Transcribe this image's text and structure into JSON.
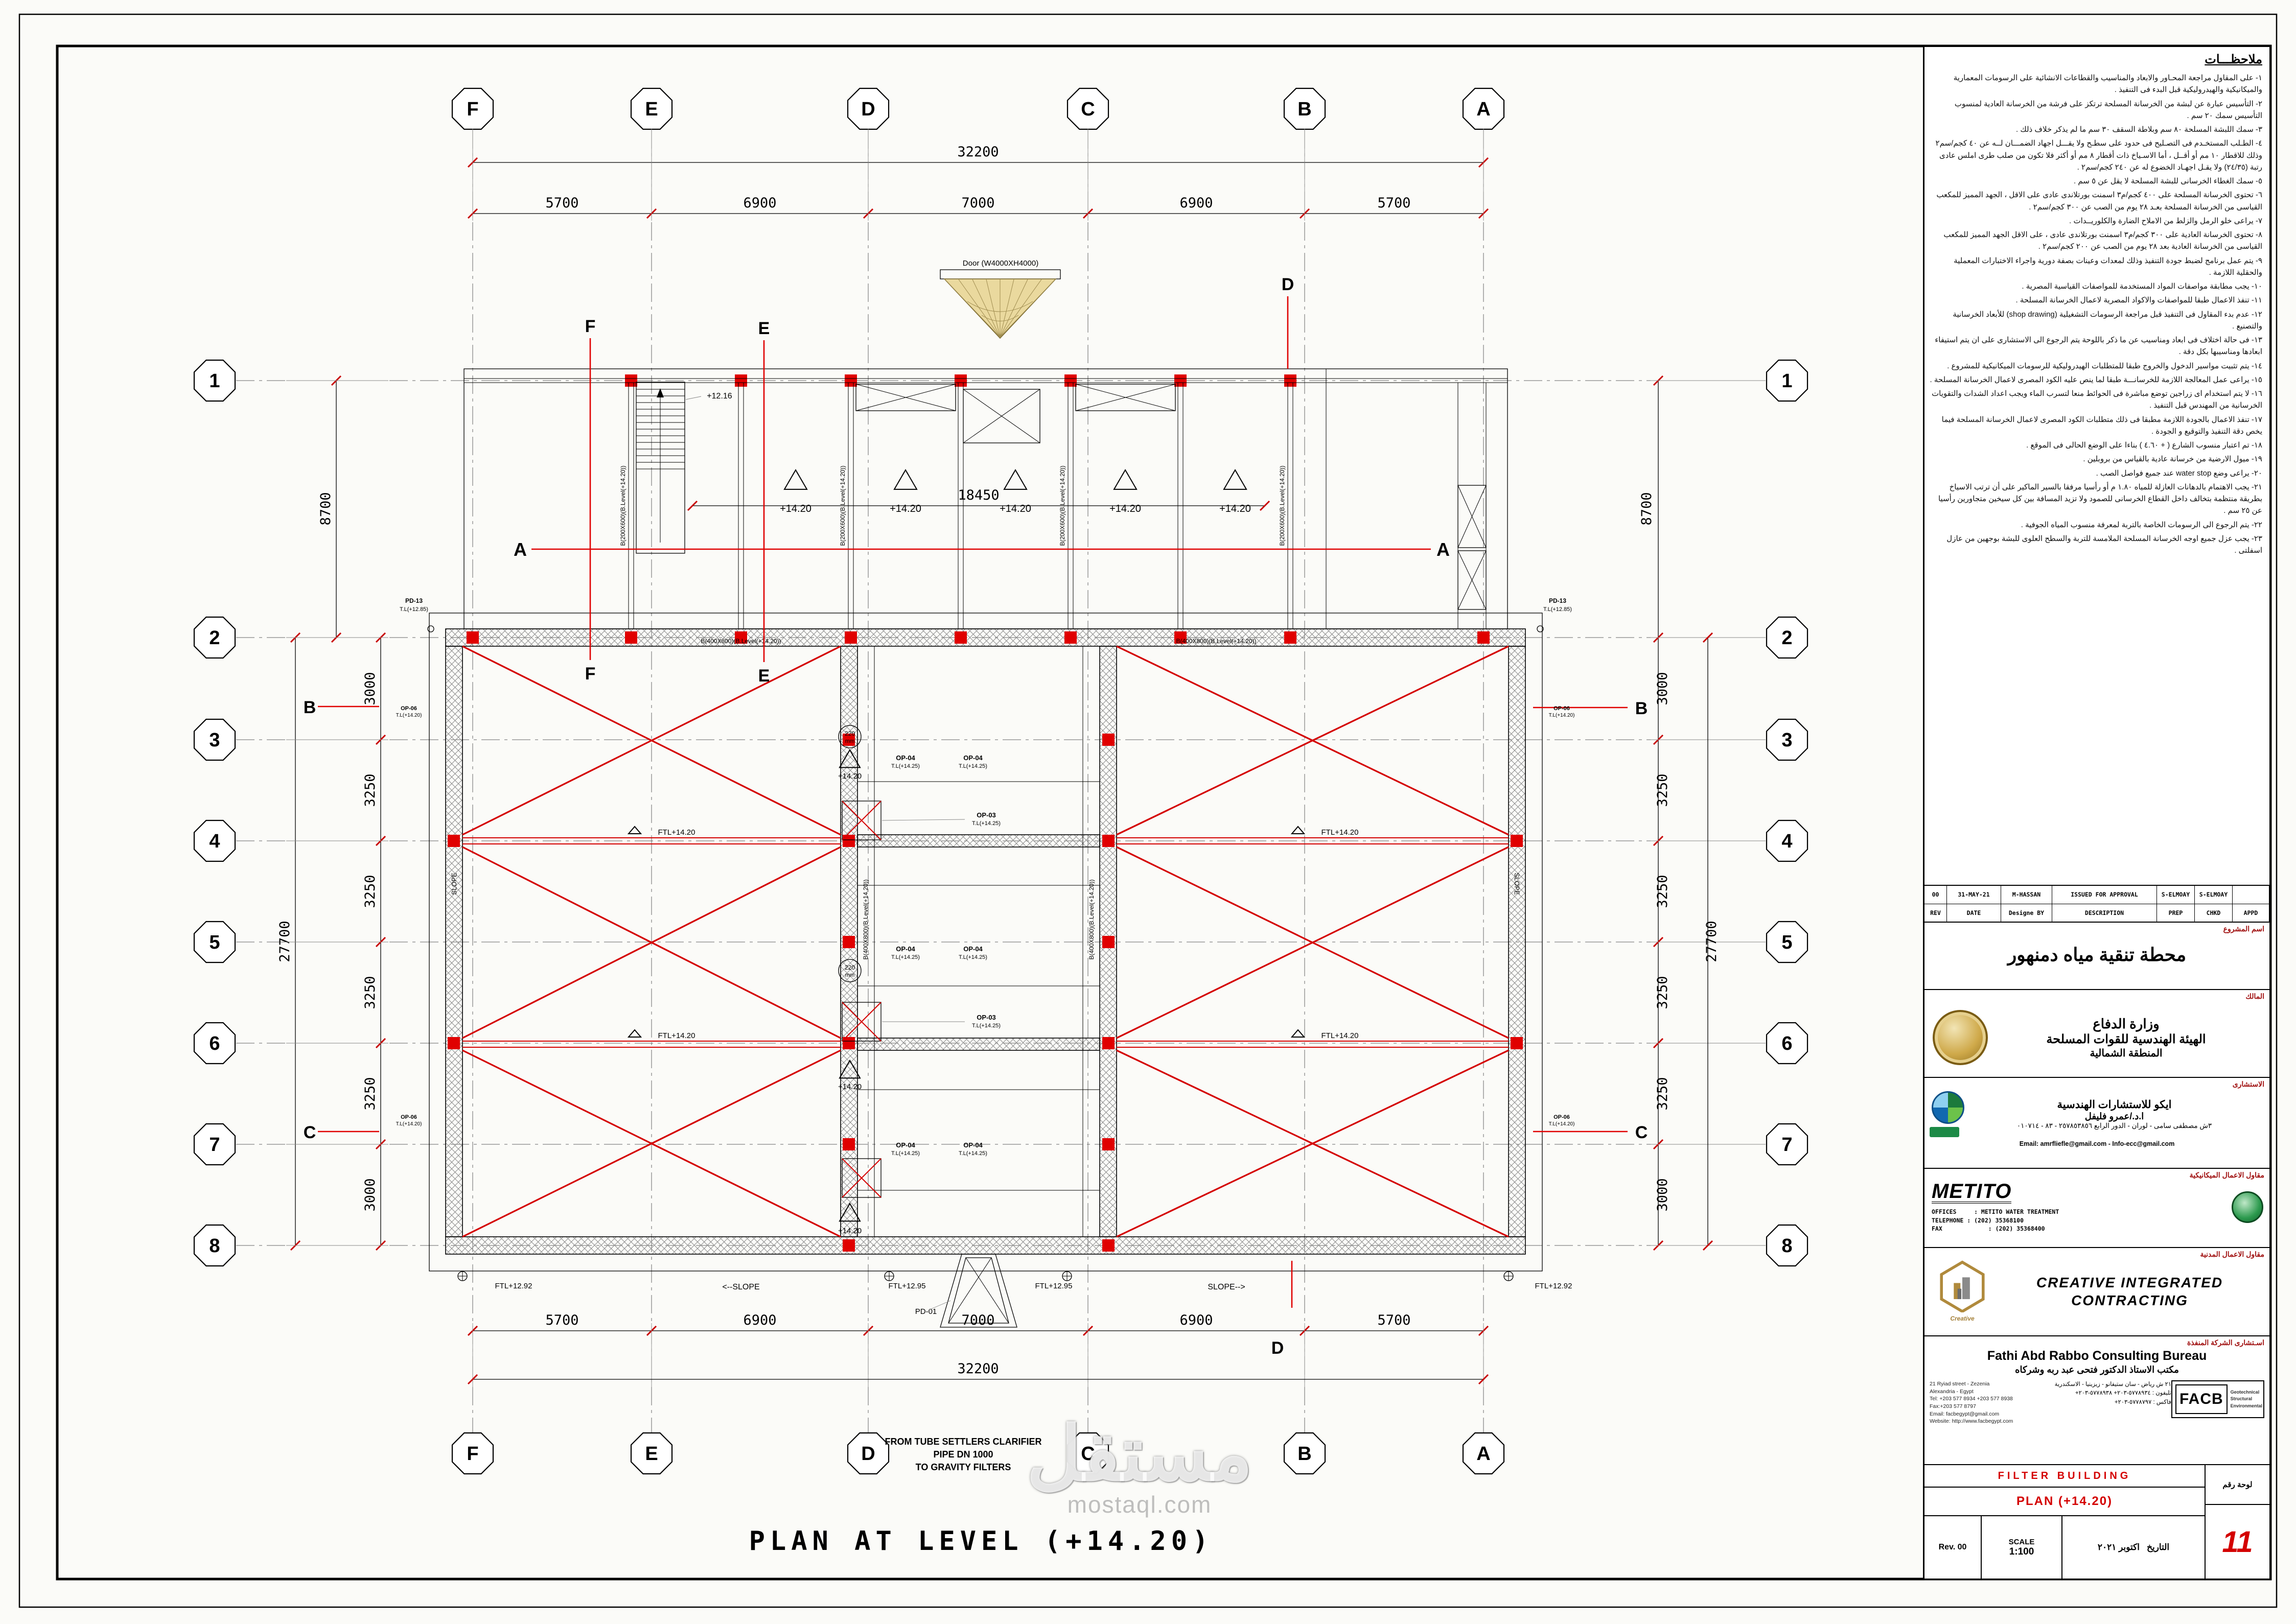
{
  "watermark": {
    "main": "مستقل",
    "sub": "mostaql.com"
  },
  "plan": {
    "title": "PLAN   AT  LEVEL  (+14.20)",
    "grid_cols": [
      "F",
      "E",
      "D",
      "C",
      "B",
      "A"
    ],
    "grid_rows": [
      "1",
      "2",
      "3",
      "4",
      "5",
      "6",
      "7",
      "8"
    ],
    "dim_total": "32200",
    "dim_top": [
      "5700",
      "6900",
      "7000",
      "6900",
      "5700"
    ],
    "dim_left_bay1": "8700",
    "dim_left_total": "27700",
    "dim_left": [
      "3000",
      "3250",
      "3250",
      "3250",
      "3250",
      "3000"
    ],
    "dim_inner": "18450",
    "sections": {
      "a": "A",
      "b": "B",
      "c": "C",
      "d": "D",
      "e": "E",
      "f": "F"
    },
    "labels": {
      "level_1420": "+14.20",
      "level_1216": "+12.16",
      "ftl_1420": "FTL+14.20",
      "ftl_1292": "FTL+12.92",
      "ftl_1295": "FTL+12.95",
      "slope_left": "<--SLOPE",
      "slope_right": "SLOPE-->",
      "slope": "SLOPE",
      "pd01": "PD-01",
      "pd13": "PD-13",
      "tl_1285": "T.L(+12.85)",
      "op03": "OP-03",
      "op04": "OP-04",
      "op06": "OP-06",
      "tl_1425": "T.L(+14.25)",
      "tl_1420": "T.L(+14.20)",
      "door": "Door (W4000XH4000)",
      "beam_200": "B(200X600)(B.Level(+14.20))",
      "beam_400": "B(400X800)(B.Level(+14.20))",
      "from_tube": "FROM TUBE SETTLERS CLARIFIER",
      "pipe": "PIPE DN 1000",
      "to_filters": "TO GRAVITY FILTERS",
      "dia220": "220",
      "mm": "mm"
    }
  },
  "notes": {
    "header": "ملاحظـــات",
    "items": [
      "١- على المقاول مراجعة المحـاور والابعاد والمناسيب والقطاعات الانشائية على الرسومات المعمارية والميكانيكية والهيدروليكية قبل البدء فى التنفيذ .",
      "٢- التأسيس عبارة عن لبشة من الخرسانة المسلحة ترتكز على فرشة من الخرسانة العادية لمنسوب التأسيس سمك ٢٠ سم .",
      "٣- سمك اللبشة المسلحة ٨٠ سم وبلاطة السقف ٣٠ سم ما لم يذكر خلاف ذلك .",
      "٤- الطـلب المستخـدم فى التصـليح فى حدود على سطـح ولا يقـــل اجهاد الضمـــان لــه عن ٤٠ كجم/سم٢ وذلك للاقطار ١٠ مم أو أقــل ، أما الاسـياخ ذات أقطار ٨ مم أو أكثر فلا تكون من صلب طرى املس عادى رتبة (٢٤/٣٥) ولا يقـل اجهـاد الخضوع له عن ٢٤٠ كجم/سم٢ .",
      "٥- سمك الغطاء الخرسانى للبشة المسلحة لا يقل عن ٥ سم .",
      "٦- تحتوى الخرسانة المسلحة على ٤٠٠ كجم/م٣ اسمنت بورتلاندى عادى على الاقل ، الجهد المميز للمكعب القياسى من الخرسانة المسلحة بعـد ٢٨ يوم من الصب عن ٣٠٠ كجم/سم٢ .",
      "٧- يراعى خلو الرمل والزلط من الاملاح الضارة والكلوريــدات .",
      "٨- تحتوى الخرسانة العادية على ٣٠٠ كجم/م٣ اسمنت بورتلاندى عادى ، على الاقل الجهد المميز للمكعب القياسى من الخرسانة العادية بعد ٢٨ يوم من الصب عن ٢٠٠ كجم/سم٢ .",
      "٩- يتم عمل برنامج لضبط جودة التنفيذ وذلك لمعدات وعينات بصفة دورية واجراء الاختبارات المعملية والحقلية اللازمة .",
      "١٠- يجب مطابقة مواصفات المواد المستخدمة للمواصفات القياسية المصرية .",
      "١١- تنفذ الاعمال طبقا للمواصفات والاكواد المصرية لاعمال الخرسانة المسلحة .",
      "١٢- عدم بدء المقاول فى التنفيذ قبل مراجعة الرسومات التشغيلية (shop drawing) للأبعاد الخرسانية والتصنيع .",
      "١٣- فى حالة اختلاف فى ابعاد ومناسيب عن ما ذكر باللوحة يتم الرجوع الى الاستشارى على ان يتم استيفاء ابعادها ومناسيبها بكل دقة .",
      "١٤- يتم تثبيت مواسير الدخول والخروج طبقا للمتطلبات الهيدروليكية للرسومات الميكانيكية للمشروع .",
      "١٥- يراعى عمل المعالجة اللازمة للخرسانـــة طبقا لما ينص عليه الكود المصرى لاعمال الخرسانة المسلحة .",
      "١٦- لا يتم استخدام اى زراجين توضع مباشرة فى الحوائط منعا لتسرب الماء ويجب اعداد الشدات والتقويات الخرسانية من المهندس قبل التنفيذ .",
      "١٧- تنفذ الاعمال بالجودة اللازمة مطبقا فى ذلك متطلبات الكود المصرى لاعمال الخرسانة المسلحة فيما يخص دقة التنفيذ والتوقيع و الجودة .",
      "١٨- تم اعتبار منسوب الشارع ( + ٤.٦٠ ) بناءا على الوضع الحالى فى الموقع .",
      "١٩- ميول الارضية من خرسانة عادية بالقياس من بروبلين .",
      "٢٠- يراعى وضع water stop عند جميع فواصل الصب .",
      "٢١- يجب الاهتمام بالدهانات العازلة للمياه ١.٨٠ م أو رأسيا مرفقا بالسير الماكير على أن ترتب الاسياخ بطريقة منتظمة بتخالف داخل القطاع الخرسانى للصمود ولا تزيد المسافة بين كل سيخين متجاورين رأسيا عن ٢٥ سم .",
      "٢٢- يتم الرجوع الى الرسومات الخاصة بالتربة لمعرفة منسوب المياه الجوفية .",
      "٢٣- يجب عزل جميع اوجه الخرسانة المسلحة الملامسة للتربة والسطح العلوى للبشة بوجهين من عازل اسفلتى ."
    ]
  },
  "rev_table": {
    "data_row": [
      "00",
      "31-MAY-21",
      "M-HASSAN",
      "ISSUED FOR APPROVAL",
      "S-ELMOAY",
      "S-ELMOAY",
      ""
    ],
    "header_row": [
      "REV",
      "DATE",
      "Designe BY",
      "DESCRIPTION",
      "PREP",
      "CHKD",
      "APPD"
    ]
  },
  "title_block": {
    "project_label": "اسم المشروع",
    "project_name": "محطة تنقية مياه دمنهور",
    "owner_label": "المالك",
    "owner1": "وزارة الدفاع",
    "owner2": "الهيئة الهندسية للقوات المسلحة",
    "owner3": "المنطقة الشمالية",
    "consultant_label": "الاستشارى",
    "consultant1": "ايكو للاستشارات الهندسية",
    "consultant2": "ا.د./عمرو فليفل",
    "consultant3": "٣ش مصطفى سامى - لوران - الدور الرابع  ٢٥٧٨٥٣٨٥٦ - ٨٣ - ٠١٠٧١٤",
    "consultant_email": "Email: amrfliefle@gmail.com   -   Info-ecc@gmail.com",
    "mech_label": "مقاول الاعمال الميكانيكية",
    "metito": "METITO",
    "metito_lines": "OFFICES     : METITO WATER TREATMENT\nTELEPHONE : (202) 35368100\nFAX             : (202) 35368400",
    "civil_label": "مقاول الاعمال المدنية",
    "civil_logo_text": "Creative",
    "civil_name1": "CREATIVE  INTEGRATED",
    "civil_name2": "CONTRACTING",
    "bureau_label": "اسـتشارى الشركة المنفذة",
    "bureau_name": "Fathi Abd Rabbo Consulting Bureau",
    "bureau_ar": "مكتب الاستاذ الدكتور فتحى عبد ربه وشركاه",
    "bureau_addr_en": "21 Ryiad street - Zezenia\nAlexandria - Egypt\nTel: +203 577 8934  +203 577 8938\nFax:+203 577 8797\nEmail: facbegypt@gmail.com\nWebsite: http://www.facbegypt.com",
    "bureau_addr_ar": "٢١ ش رياض - سان ستيفانو - زيزينيا - الاسكندرية\nتليفون : ٥٧٧٨٩٣٤-٢٠٣+  ٥٧٧٨٩٣٨-٢٠٣+\nفاكس : ٥٧٧٨٧٩٧-٢٠٣+",
    "facb": "FACB",
    "facb1": "Geotechnical",
    "facb2": "Structural",
    "facb3": "Environmental",
    "building": "FILTER  BUILDING",
    "sheet_label": "لوحة رقم",
    "sheet_title": "PLAN  (+14.20)",
    "rev": "Rev. 00",
    "scale_label": "SCALE",
    "scale_value": "1:100",
    "date_label": "التاريخ",
    "date_value": "اكتوبر ٢٠٢١",
    "sheet_no": "11"
  }
}
